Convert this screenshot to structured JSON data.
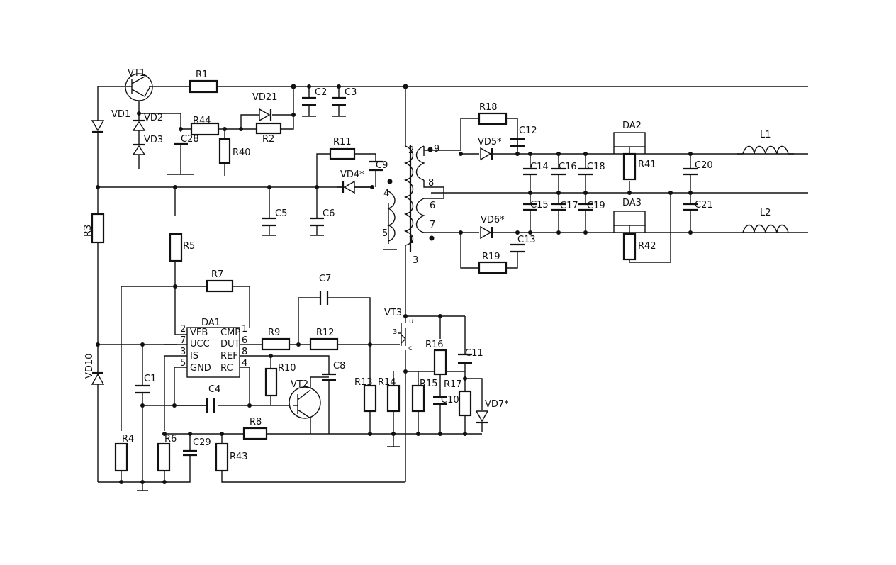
{
  "labels": {
    "VT1": "VT1",
    "R1": "R1",
    "VD1": "VD1",
    "VD2": "VD2",
    "VD3": "VD3",
    "VD21": "VD21",
    "R44": "R44",
    "C28": "C28",
    "R40": "R40",
    "R2": "R2",
    "C2": "C2",
    "C3": "C3",
    "R11": "R11",
    "VD4": "VD4*",
    "C9": "C9",
    "C5": "C5",
    "C6": "C6",
    "R3": "R3",
    "R5": "R5",
    "R7": "R7",
    "C7": "C7",
    "DA1": "DA1",
    "VD10": "VD10",
    "C1": "C1",
    "R9": "R9",
    "R12": "R12",
    "R10": "R10",
    "C8": "C8",
    "VT2": "VT2",
    "C4": "C4",
    "R8": "R8",
    "R4": "R4",
    "R6": "R6",
    "C29": "C29",
    "R43": "R43",
    "VT3": "VT3",
    "R16": "R16",
    "C11": "C11",
    "R13": "R13",
    "R14": "R14",
    "R15": "R15",
    "R17": "R17",
    "C10": "C10",
    "VD7": "VD7*",
    "R18": "R18",
    "VD5": "VD5*",
    "C12": "C12",
    "C14": "C14",
    "C16": "C16",
    "C18": "C18",
    "DA2": "DA2",
    "R41": "R41",
    "C20": "C20",
    "L1": "L1",
    "C15": "C15",
    "C17": "C17",
    "C19": "C19",
    "DA3": "DA3",
    "C21": "C21",
    "L2": "L2",
    "R42": "R42",
    "VD6": "VD6*",
    "C13": "C13",
    "R19": "R19"
  },
  "da1_pins": {
    "left_names": [
      "VFB",
      "UCC",
      "IS",
      "GND"
    ],
    "left_numbers": [
      "2",
      "7",
      "3",
      "5"
    ],
    "right_names": [
      "CMP",
      "DUT",
      "REF",
      "RC"
    ],
    "right_numbers": [
      "1",
      "6",
      "8",
      "4"
    ]
  },
  "transformer_pins": [
    "1",
    "2",
    "3",
    "4",
    "5",
    "6",
    "7",
    "8",
    "9"
  ],
  "vt3_pins": {
    "gate": "3",
    "drain": "u",
    "source": "c"
  }
}
